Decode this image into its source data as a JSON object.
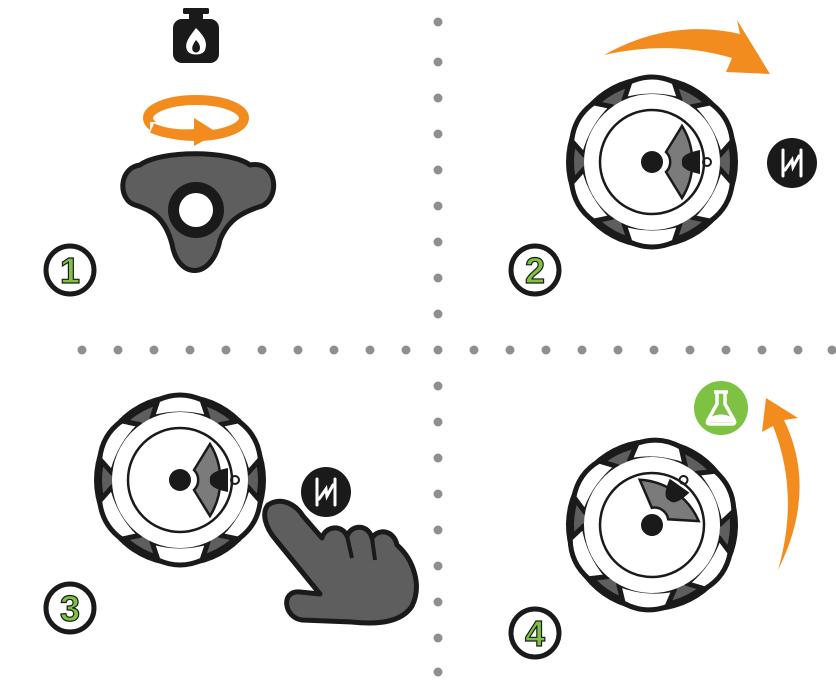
{
  "steps": [
    {
      "number": "1",
      "icon": "propane-tank-icon"
    },
    {
      "number": "2",
      "icon": "ignite-icon"
    },
    {
      "number": "3",
      "icon": "ignite-icon"
    },
    {
      "number": "4",
      "icon": "flask-icon"
    }
  ],
  "colors": {
    "accent_orange": "#f28c1e",
    "step_green": "#7dc242",
    "knob_dark": "#5e5e5e",
    "knob_outline": "#1a1a1a",
    "divider_gray": "#8f8f8f"
  }
}
